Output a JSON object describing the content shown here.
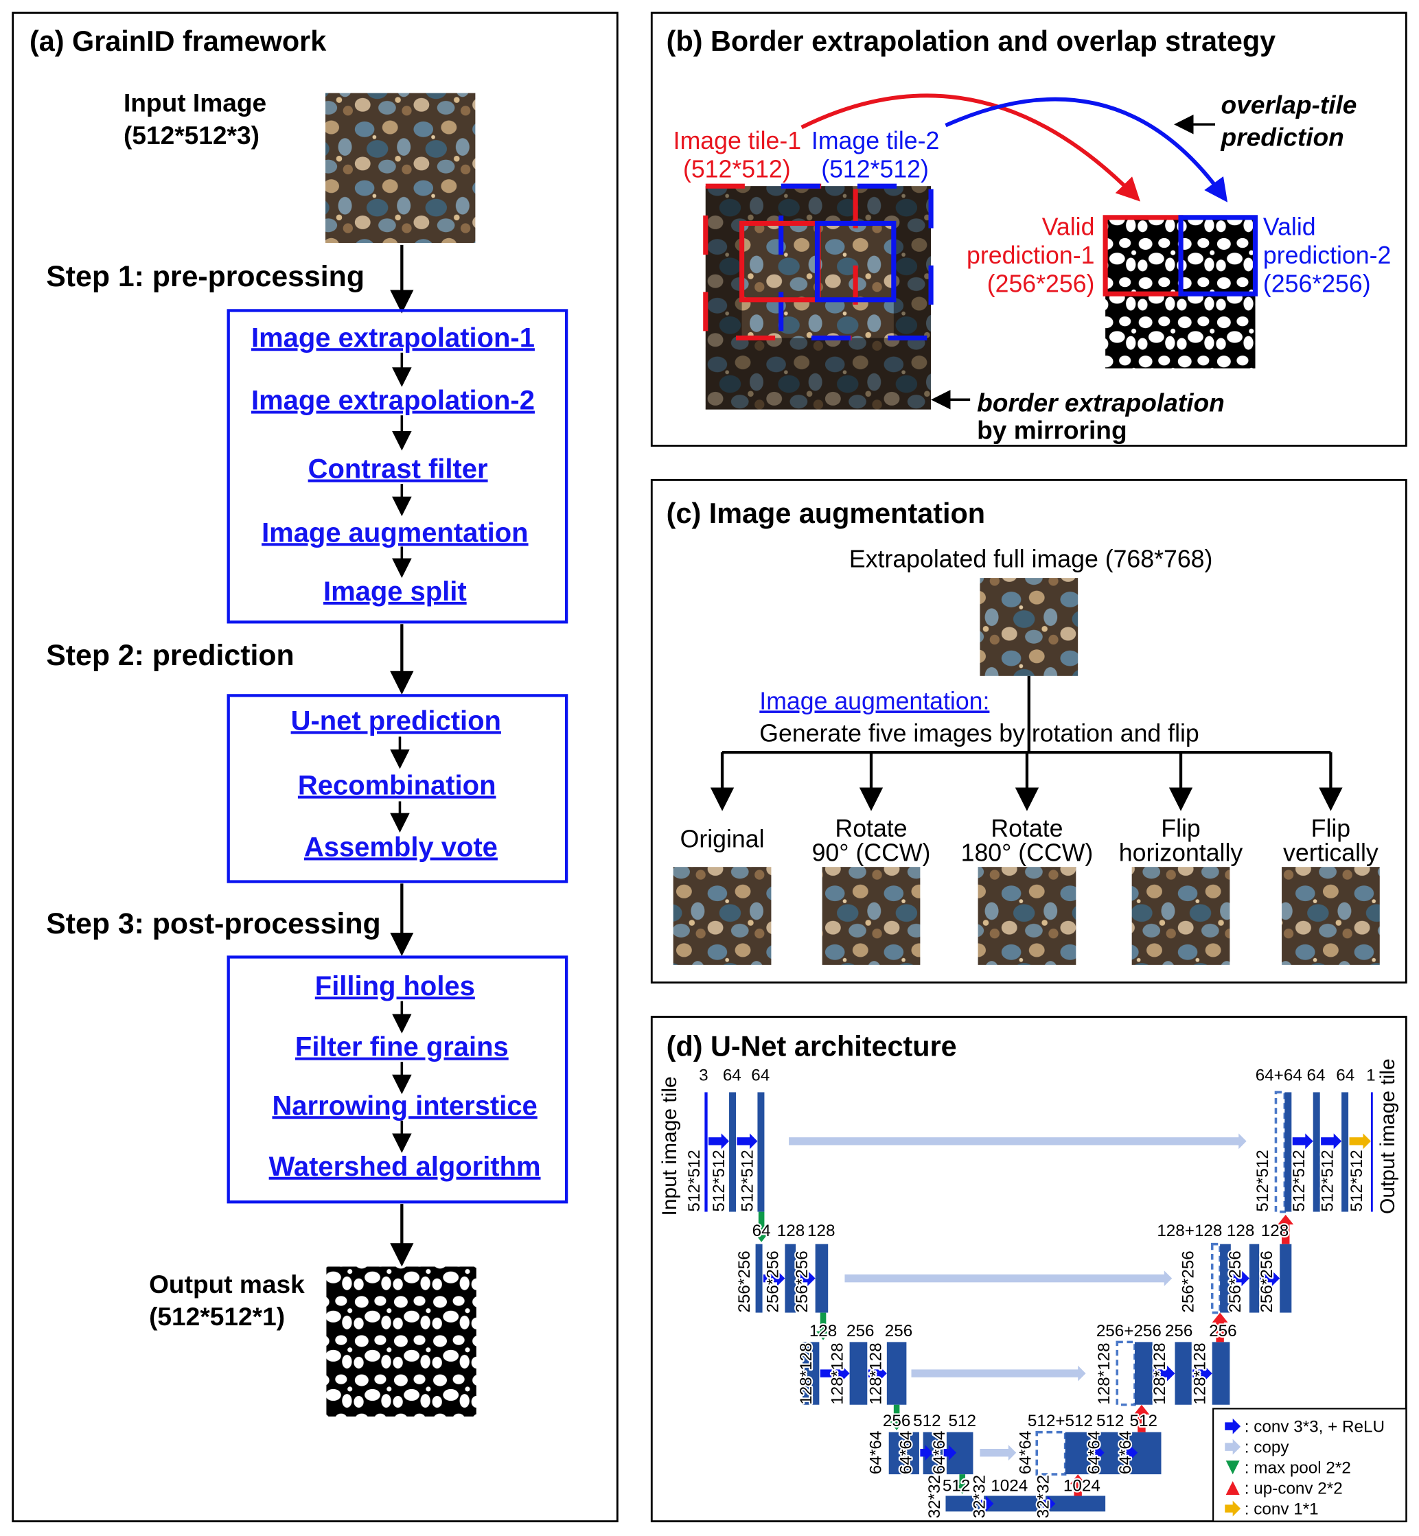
{
  "panel_a": {
    "title": "(a) GrainID framework",
    "input_label": "Input Image",
    "input_size": "(512*512*3)",
    "step1": "Step 1: pre-processing",
    "step1_items": [
      "Image extrapolation-1",
      "Image extrapolation-2",
      "Contrast filter",
      "Image augmentation",
      "Image split"
    ],
    "step2": "Step 2: prediction",
    "step2_items": [
      "U-net prediction",
      "Recombination",
      "Assembly vote"
    ],
    "step3": "Step 3: post-processing",
    "step3_items": [
      "Filling holes",
      "Filter fine grains",
      "Narrowing interstice",
      "Watershed algorithm"
    ],
    "output_label": "Output mask",
    "output_size": "(512*512*1)"
  },
  "panel_b": {
    "title": "(b) Border extrapolation and overlap strategy",
    "tile1": "Image tile-1",
    "tile1_size": "(512*512)",
    "tile2": "Image tile-2",
    "tile2_size": "(512*512)",
    "overlap_line1": "overlap-tile",
    "overlap_line2": "prediction",
    "valid1": [
      "Valid",
      "prediction-1",
      "(256*256)"
    ],
    "valid2": [
      "Valid",
      "prediction-2",
      "(256*256)"
    ],
    "border_line1": "border extrapolation",
    "border_line2": "by mirroring"
  },
  "panel_c": {
    "title": "(c) Image augmentation",
    "full_image": "Extrapolated full image (768*768)",
    "aug_link": "Image augmentation:",
    "aug_desc": "Generate five images  by rotation and flip",
    "outputs": [
      {
        "line1": "",
        "line2": "Original"
      },
      {
        "line1": "Rotate",
        "line2": "90° (CCW)"
      },
      {
        "line1": "Rotate",
        "line2": "180° (CCW)"
      },
      {
        "line1": "Flip",
        "line2": "horizontally"
      },
      {
        "line1": "Flip",
        "line2": "vertically"
      }
    ]
  },
  "panel_d": {
    "title": "(d) U-Net architecture",
    "input_label": "Input image tile",
    "output_label": "Output image tile",
    "levels": [
      {
        "size": "512*512",
        "left": [
          "3",
          "64",
          "64"
        ],
        "right": [
          "64+64",
          "64",
          "64",
          "1"
        ]
      },
      {
        "size": "256*256",
        "left": [
          "64",
          "128",
          "128"
        ],
        "right": [
          "128+128",
          "128",
          "128"
        ]
      },
      {
        "size": "128*128",
        "left": [
          "128",
          "256",
          "256"
        ],
        "right": [
          "256+256",
          "256",
          "256"
        ]
      },
      {
        "size": "64*64",
        "left": [
          "256",
          "512",
          "512"
        ],
        "right": [
          "512+512",
          "512",
          "512"
        ]
      },
      {
        "size": "32*32",
        "left": [
          "512",
          "1024",
          "1024"
        ],
        "right": []
      }
    ],
    "legend": [
      {
        "icon": "blue-arrow",
        "label": ": conv 3*3, + ReLU"
      },
      {
        "icon": "light-blue-arrow",
        "label": ": copy"
      },
      {
        "icon": "green-down-arrow",
        "label": ": max pool 2*2"
      },
      {
        "icon": "red-up-arrow",
        "label": ": up-conv 2*2"
      },
      {
        "icon": "yellow-arrow",
        "label": ": conv 1*1"
      }
    ]
  },
  "colors": {
    "red": "#e8141e",
    "blue": "#0a14f0",
    "link": "#1414f0",
    "unet_bar": "#2350a0",
    "conv": "#0a14f0",
    "copy": "#b8c8ea",
    "maxpool": "#0e9a4a",
    "upconv": "#ee1c24",
    "conv1x1": "#f0b400"
  }
}
